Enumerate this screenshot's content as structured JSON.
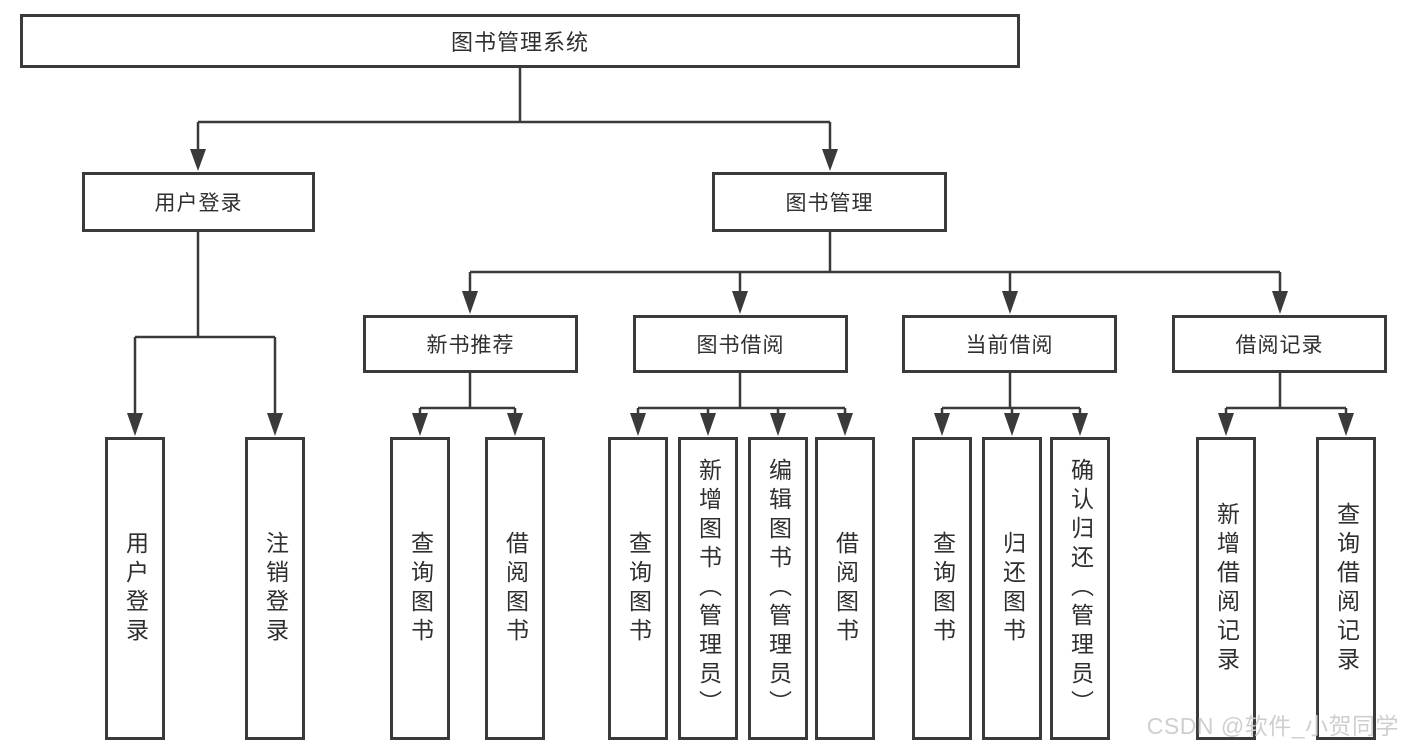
{
  "root": {
    "label": "图书管理系统"
  },
  "branches": {
    "user": {
      "label": "用户登录",
      "leaves": [
        "用户登录",
        "注销登录"
      ]
    },
    "book": {
      "label": "图书管理",
      "groups": [
        {
          "label": "新书推荐",
          "leaves": [
            "查询图书",
            "借阅图书"
          ]
        },
        {
          "label": "图书借阅",
          "leaves": [
            "查询图书",
            "新增图书（管理员）",
            "编辑图书（管理员）",
            "借阅图书"
          ]
        },
        {
          "label": "当前借阅",
          "leaves": [
            "查询图书",
            "归还图书",
            "确认归还（管理员）"
          ]
        },
        {
          "label": "借阅记录",
          "leaves": [
            "新增借阅记录",
            "查询借阅记录"
          ]
        }
      ]
    }
  },
  "watermark": "CSDN @软件_小贺同学",
  "colors": {
    "line": "#3a3a3a",
    "box_border": "#3a3a3a",
    "text": "#2f2f2f",
    "background": "#ffffff",
    "watermark": "#cccccc"
  }
}
